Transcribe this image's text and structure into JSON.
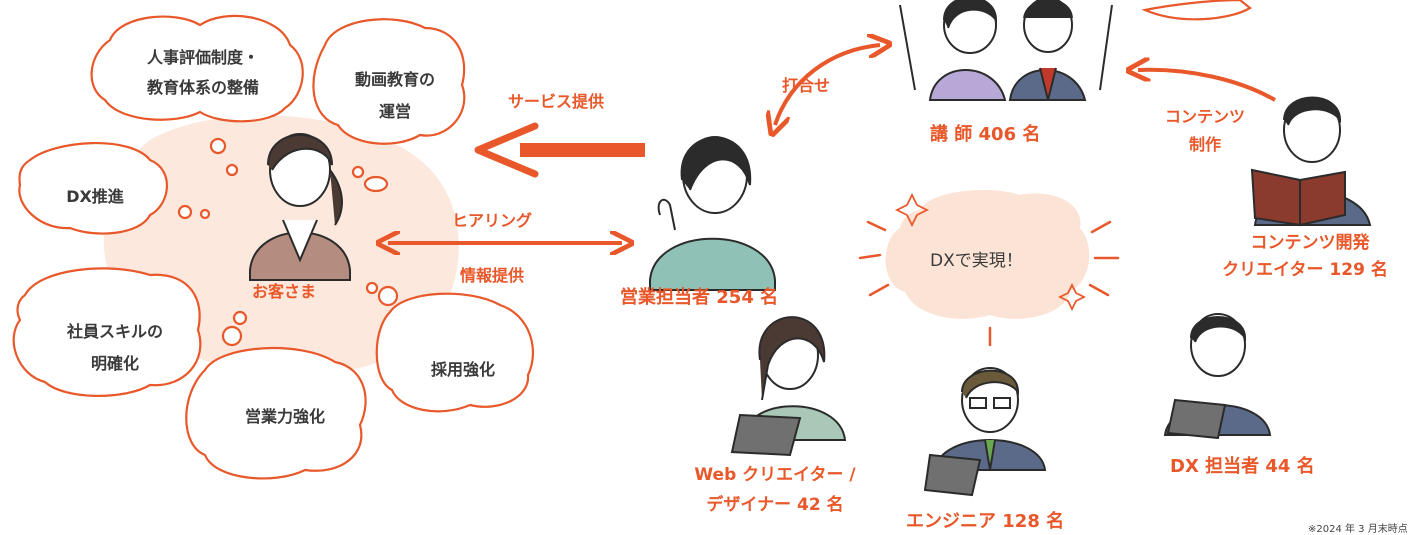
{
  "colors": {
    "accent": "#E8582A",
    "blush": "#FBE4D6",
    "text": "#3a3a3a",
    "ink": "#2b2b2b"
  },
  "customer": {
    "label": "お客さま",
    "bubbles": [
      "人事評価制度・",
      "教育体系の整備",
      "動画教育の",
      "運営",
      "DX推進",
      "社員スキルの",
      "明確化",
      "採用強化",
      "営業力強化"
    ]
  },
  "arrows": {
    "service": "サービス提供",
    "hearing": "ヒアリング",
    "info": "情報提供",
    "meeting": "打合せ",
    "contents": "コンテンツ",
    "production": "制作"
  },
  "people": {
    "sales": "営業担当者 254 名",
    "instructors": "講 師 406 名",
    "content_creator_1": "コンテンツ開発",
    "content_creator_2": "クリエイター 129 名",
    "web_creator_1": "Web クリエイター /",
    "web_creator_2": "デザイナー 42 名",
    "engineer": "エンジニア 128 名",
    "dx_staff": "DX 担当者 44 名"
  },
  "center_cloud": "DXで実現！",
  "footnote": "※2024 年 3 月末時点"
}
